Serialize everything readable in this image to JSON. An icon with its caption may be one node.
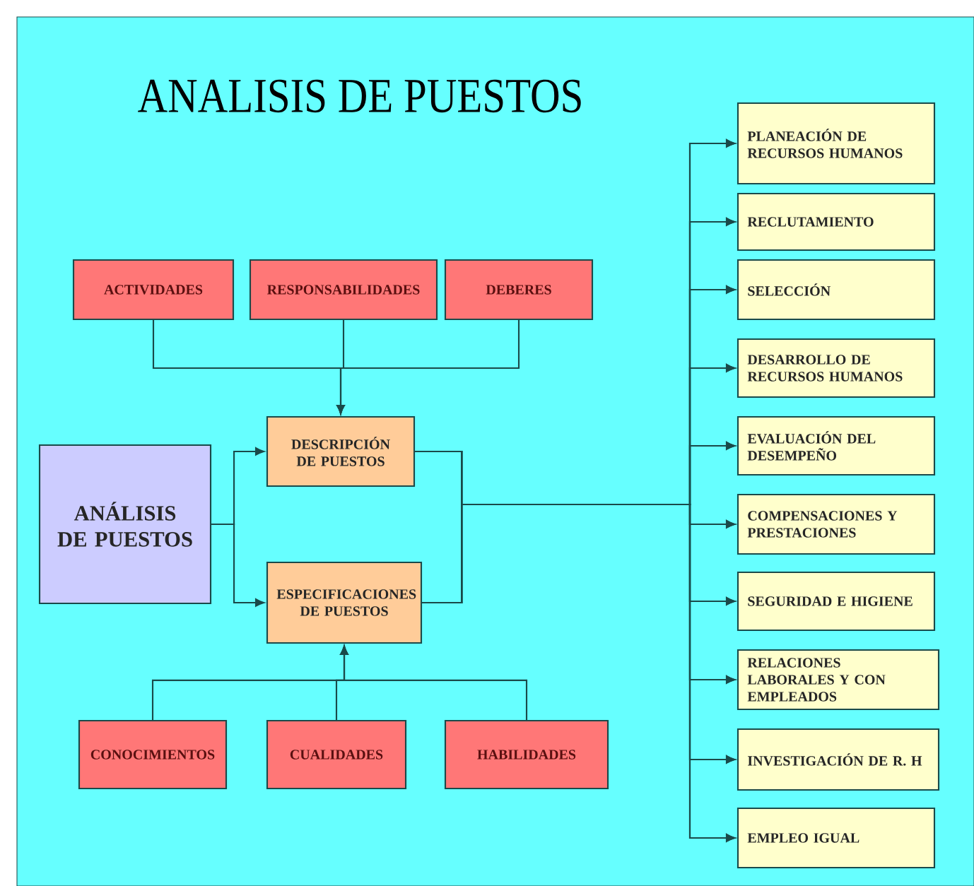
{
  "diagram": {
    "title": "ANALISIS DE PUESTOS",
    "nodes": [
      {
        "text": [
          "ACTIVIDADES"
        ]
      },
      {
        "text": [
          "RESPONSABILIDADES"
        ]
      },
      {
        "text": [
          "DEBERES"
        ]
      },
      {
        "text": [
          "ANÁLISIS DE PUESTOS"
        ]
      },
      {
        "text": [
          "DESCRIPCIÓN DE PUESTOS"
        ]
      },
      {
        "text": [
          "ESPECIFICACIONES DE PUESTOS"
        ]
      },
      {
        "text": [
          "CONOCIMIENTOS"
        ]
      },
      {
        "text": [
          "CUALIDADES"
        ]
      },
      {
        "text": [
          "HABILIDADES"
        ]
      },
      {
        "text": [
          "PLANEACIÓN DE RECURSOS HUMANOS"
        ]
      },
      {
        "text": [
          "RECLUTAMIENTO"
        ]
      },
      {
        "text": [
          "SELECCIÓN"
        ]
      },
      {
        "text": [
          "DESARROLLO DE RECURSOS HUMANOS"
        ]
      },
      {
        "text": [
          "EVALUACIÓN DEL DESEMPEÑO"
        ]
      },
      {
        "text": [
          "COMPENSACIONES Y PRESTACIONES"
        ]
      },
      {
        "text": [
          "SEGURIDAD E HIGIENE"
        ]
      },
      {
        "text": [
          "RELACIONES LABORALES Y CON EMPLEADOS"
        ]
      },
      {
        "text": [
          "INVESTIGACIÓN DE R. H"
        ]
      },
      {
        "text": [
          "EMPLEO IGUAL"
        ]
      }
    ],
    "edges": [
      {
        "from": 0,
        "to": 4,
        "arrow": "to"
      },
      {
        "from": 1,
        "to": 4,
        "arrow": "to"
      },
      {
        "from": 2,
        "to": 4,
        "arrow": "to"
      },
      {
        "from": 3,
        "to": 4,
        "arrow": "to"
      },
      {
        "from": 3,
        "to": 5,
        "arrow": "to"
      },
      {
        "from": 6,
        "to": 5,
        "arrow": "to"
      },
      {
        "from": 7,
        "to": 5,
        "arrow": "to"
      },
      {
        "from": 8,
        "to": 5,
        "arrow": "to"
      },
      {
        "from": 4,
        "to": 9,
        "arrow": "to"
      },
      {
        "from": 4,
        "to": 10,
        "arrow": "to"
      },
      {
        "from": 4,
        "to": 11,
        "arrow": "to"
      },
      {
        "from": 4,
        "to": 12,
        "arrow": "to"
      },
      {
        "from": 4,
        "to": 13,
        "arrow": "to"
      },
      {
        "from": 4,
        "to": 14,
        "arrow": "to"
      },
      {
        "from": 4,
        "to": 15,
        "arrow": "to"
      },
      {
        "from": 4,
        "to": 16,
        "arrow": "to"
      },
      {
        "from": 4,
        "to": 17,
        "arrow": "to"
      },
      {
        "from": 4,
        "to": 18,
        "arrow": "to"
      },
      {
        "from": 5,
        "to": 9,
        "arrow": "to"
      },
      {
        "from": 5,
        "to": 10,
        "arrow": "to"
      },
      {
        "from": 5,
        "to": 11,
        "arrow": "to"
      },
      {
        "from": 5,
        "to": 12,
        "arrow": "to"
      },
      {
        "from": 5,
        "to": 13,
        "arrow": "to"
      },
      {
        "from": 5,
        "to": 14,
        "arrow": "to"
      },
      {
        "from": 5,
        "to": 15,
        "arrow": "to"
      },
      {
        "from": 5,
        "to": 16,
        "arrow": "to"
      },
      {
        "from": 5,
        "to": 17,
        "arrow": "to"
      },
      {
        "from": 5,
        "to": 18,
        "arrow": "to"
      }
    ]
  }
}
